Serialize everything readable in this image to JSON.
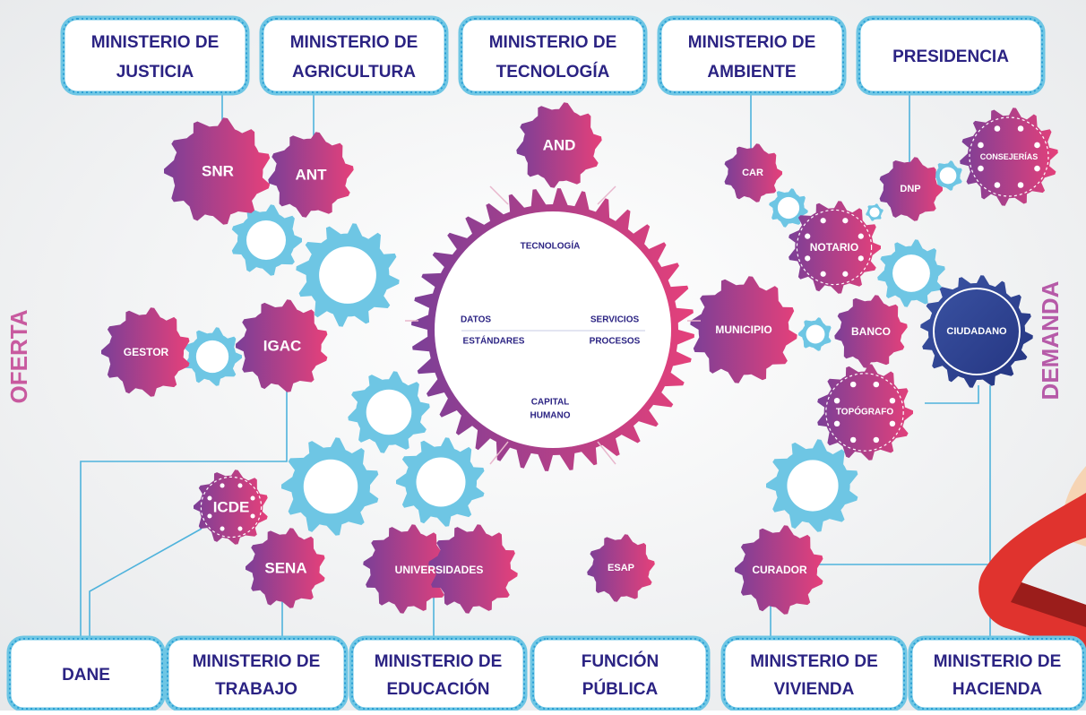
{
  "side_labels": {
    "left": "OFERTA",
    "right": "DEMANDA"
  },
  "colors": {
    "navy": "#2b2383",
    "purple": "#7b3f97",
    "pink": "#e5407a",
    "light_blue": "#6ec6e4",
    "line": "#4fb3dc",
    "ciudadano_dark": "#23337f",
    "ciudadano_light": "#3c55a5",
    "background": "#eceef0"
  },
  "top_boxes": [
    {
      "id": "justicia",
      "line1": "MINISTERIO DE",
      "line2": "JUSTICIA"
    },
    {
      "id": "agricultura",
      "line1": "MINISTERIO DE",
      "line2": "AGRICULTURA"
    },
    {
      "id": "tecnologia",
      "line1": "MINISTERIO DE",
      "line2": "TECNOLOGÍA"
    },
    {
      "id": "ambiente",
      "line1": "MINISTERIO DE",
      "line2": "AMBIENTE"
    },
    {
      "id": "presidencia",
      "line1": "PRESIDENCIA",
      "line2": ""
    }
  ],
  "bottom_boxes": [
    {
      "id": "dane",
      "line1": "DANE",
      "line2": ""
    },
    {
      "id": "trabajo",
      "line1": "MINISTERIO DE",
      "line2": "TRABAJO"
    },
    {
      "id": "educacion",
      "line1": "MINISTERIO DE",
      "line2": "EDUCACIÓN"
    },
    {
      "id": "funcion-publica",
      "line1": "FUNCIÓN",
      "line2": "PÚBLICA"
    },
    {
      "id": "vivienda",
      "line1": "MINISTERIO DE",
      "line2": "VIVIENDA"
    },
    {
      "id": "hacienda",
      "line1": "MINISTERIO DE",
      "line2": "HACIENDA"
    }
  ],
  "entities": {
    "snr": "SNR",
    "ant": "ANT",
    "and": "AND",
    "car": "CAR",
    "dnp": "DNP",
    "consejerias": "CONSEJERÍAS",
    "notario": "NOTARIO",
    "gestor": "GESTOR",
    "igac": "IGAC",
    "municipio": "MUNICIPIO",
    "banco": "BANCO",
    "ciudadano": "CIUDADANO",
    "topografo": "TOPÓGRAFO",
    "icde": "ICDE",
    "sena": "SENA",
    "universidades": "UNIVERSIDADES",
    "esap": "ESAP",
    "curador": "CURADOR"
  },
  "central_gear": {
    "top": "TECNOLOGÍA",
    "left_line1": "DATOS",
    "left_line2": "ESTÁNDARES",
    "right_line1": "SERVICIOS",
    "right_line2": "PROCESOS",
    "bottom_line1": "CAPITAL",
    "bottom_line2": "HUMANO"
  }
}
